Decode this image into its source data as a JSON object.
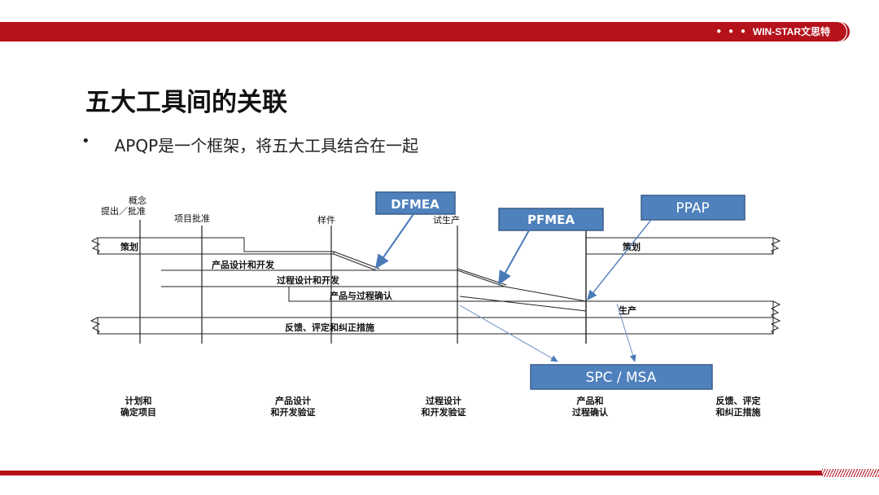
{
  "header": {
    "brand": "WIN-STAR文思特",
    "dots": "● ● ●"
  },
  "title": "五大工具间的关联",
  "bullet": {
    "marker": "•",
    "text": "APQP是一个框架，将五大工具结合在一起"
  },
  "diagram": {
    "milestones": [
      "概念",
      "提出／批准",
      "项目批准",
      "样件",
      "试生产"
    ],
    "bands": {
      "plan_left": "策划",
      "product_design": "产品设计和开发",
      "process_design": "过程设计和开发",
      "validation": "产品与过程确认",
      "plan_right": "策划",
      "production": "生产",
      "feedback": "反馈、评定和纠正措施"
    },
    "tools": {
      "dfmea": "DFMEA",
      "pfmea": "PFMEA",
      "ppap": "PPAP",
      "spc_msa": "SPC / MSA"
    },
    "phases": [
      {
        "line1": "计划和",
        "line2": "确定项目"
      },
      {
        "line1": "产品设计",
        "line2": "和开发验证"
      },
      {
        "line1": "过程设计",
        "line2": "和开发验证"
      },
      {
        "line1": "产品和",
        "line2": "过程确认"
      },
      {
        "line1": "反馈、评定",
        "line2": "和纠正措施"
      }
    ],
    "colors": {
      "tool_box": "#4f81bd",
      "tool_border": "#385d8a",
      "arrow": "#4a7ab8"
    }
  }
}
